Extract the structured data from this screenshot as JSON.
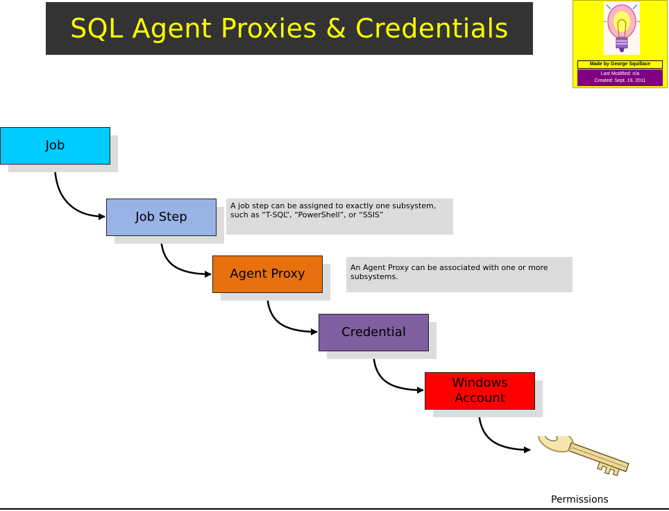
{
  "title": "SQL Agent Proxies & Credentials",
  "badge": {
    "made_by": "Made by George Squillace",
    "last_modified": "Last Modified: n/a",
    "created": "Created: Sept. 19, 2011"
  },
  "boxes": {
    "job": "Job",
    "job_step": "Job Step",
    "agent_proxy": "Agent Proxy",
    "credential": "Credential",
    "windows_account_line1": "Windows",
    "windows_account_line2": "Account"
  },
  "notes": {
    "job_step": "A job step can be assigned to exactly one subsystem, such as “T-SQL”, “PowerShell”, or “SSIS”",
    "agent_proxy": "An Agent Proxy can be associated with one or more subsystems."
  },
  "permissions_label": "Permissions",
  "colors": {
    "title_bg": "#333333",
    "title_text": "#ffff00",
    "job": "#00ccff",
    "job_step": "#99b3e6",
    "agent_proxy": "#e8700f",
    "credential": "#7f5f9f",
    "windows_account": "#ff0000",
    "badge_bg": "#ffff00",
    "badge_dates_bg": "#800080"
  }
}
